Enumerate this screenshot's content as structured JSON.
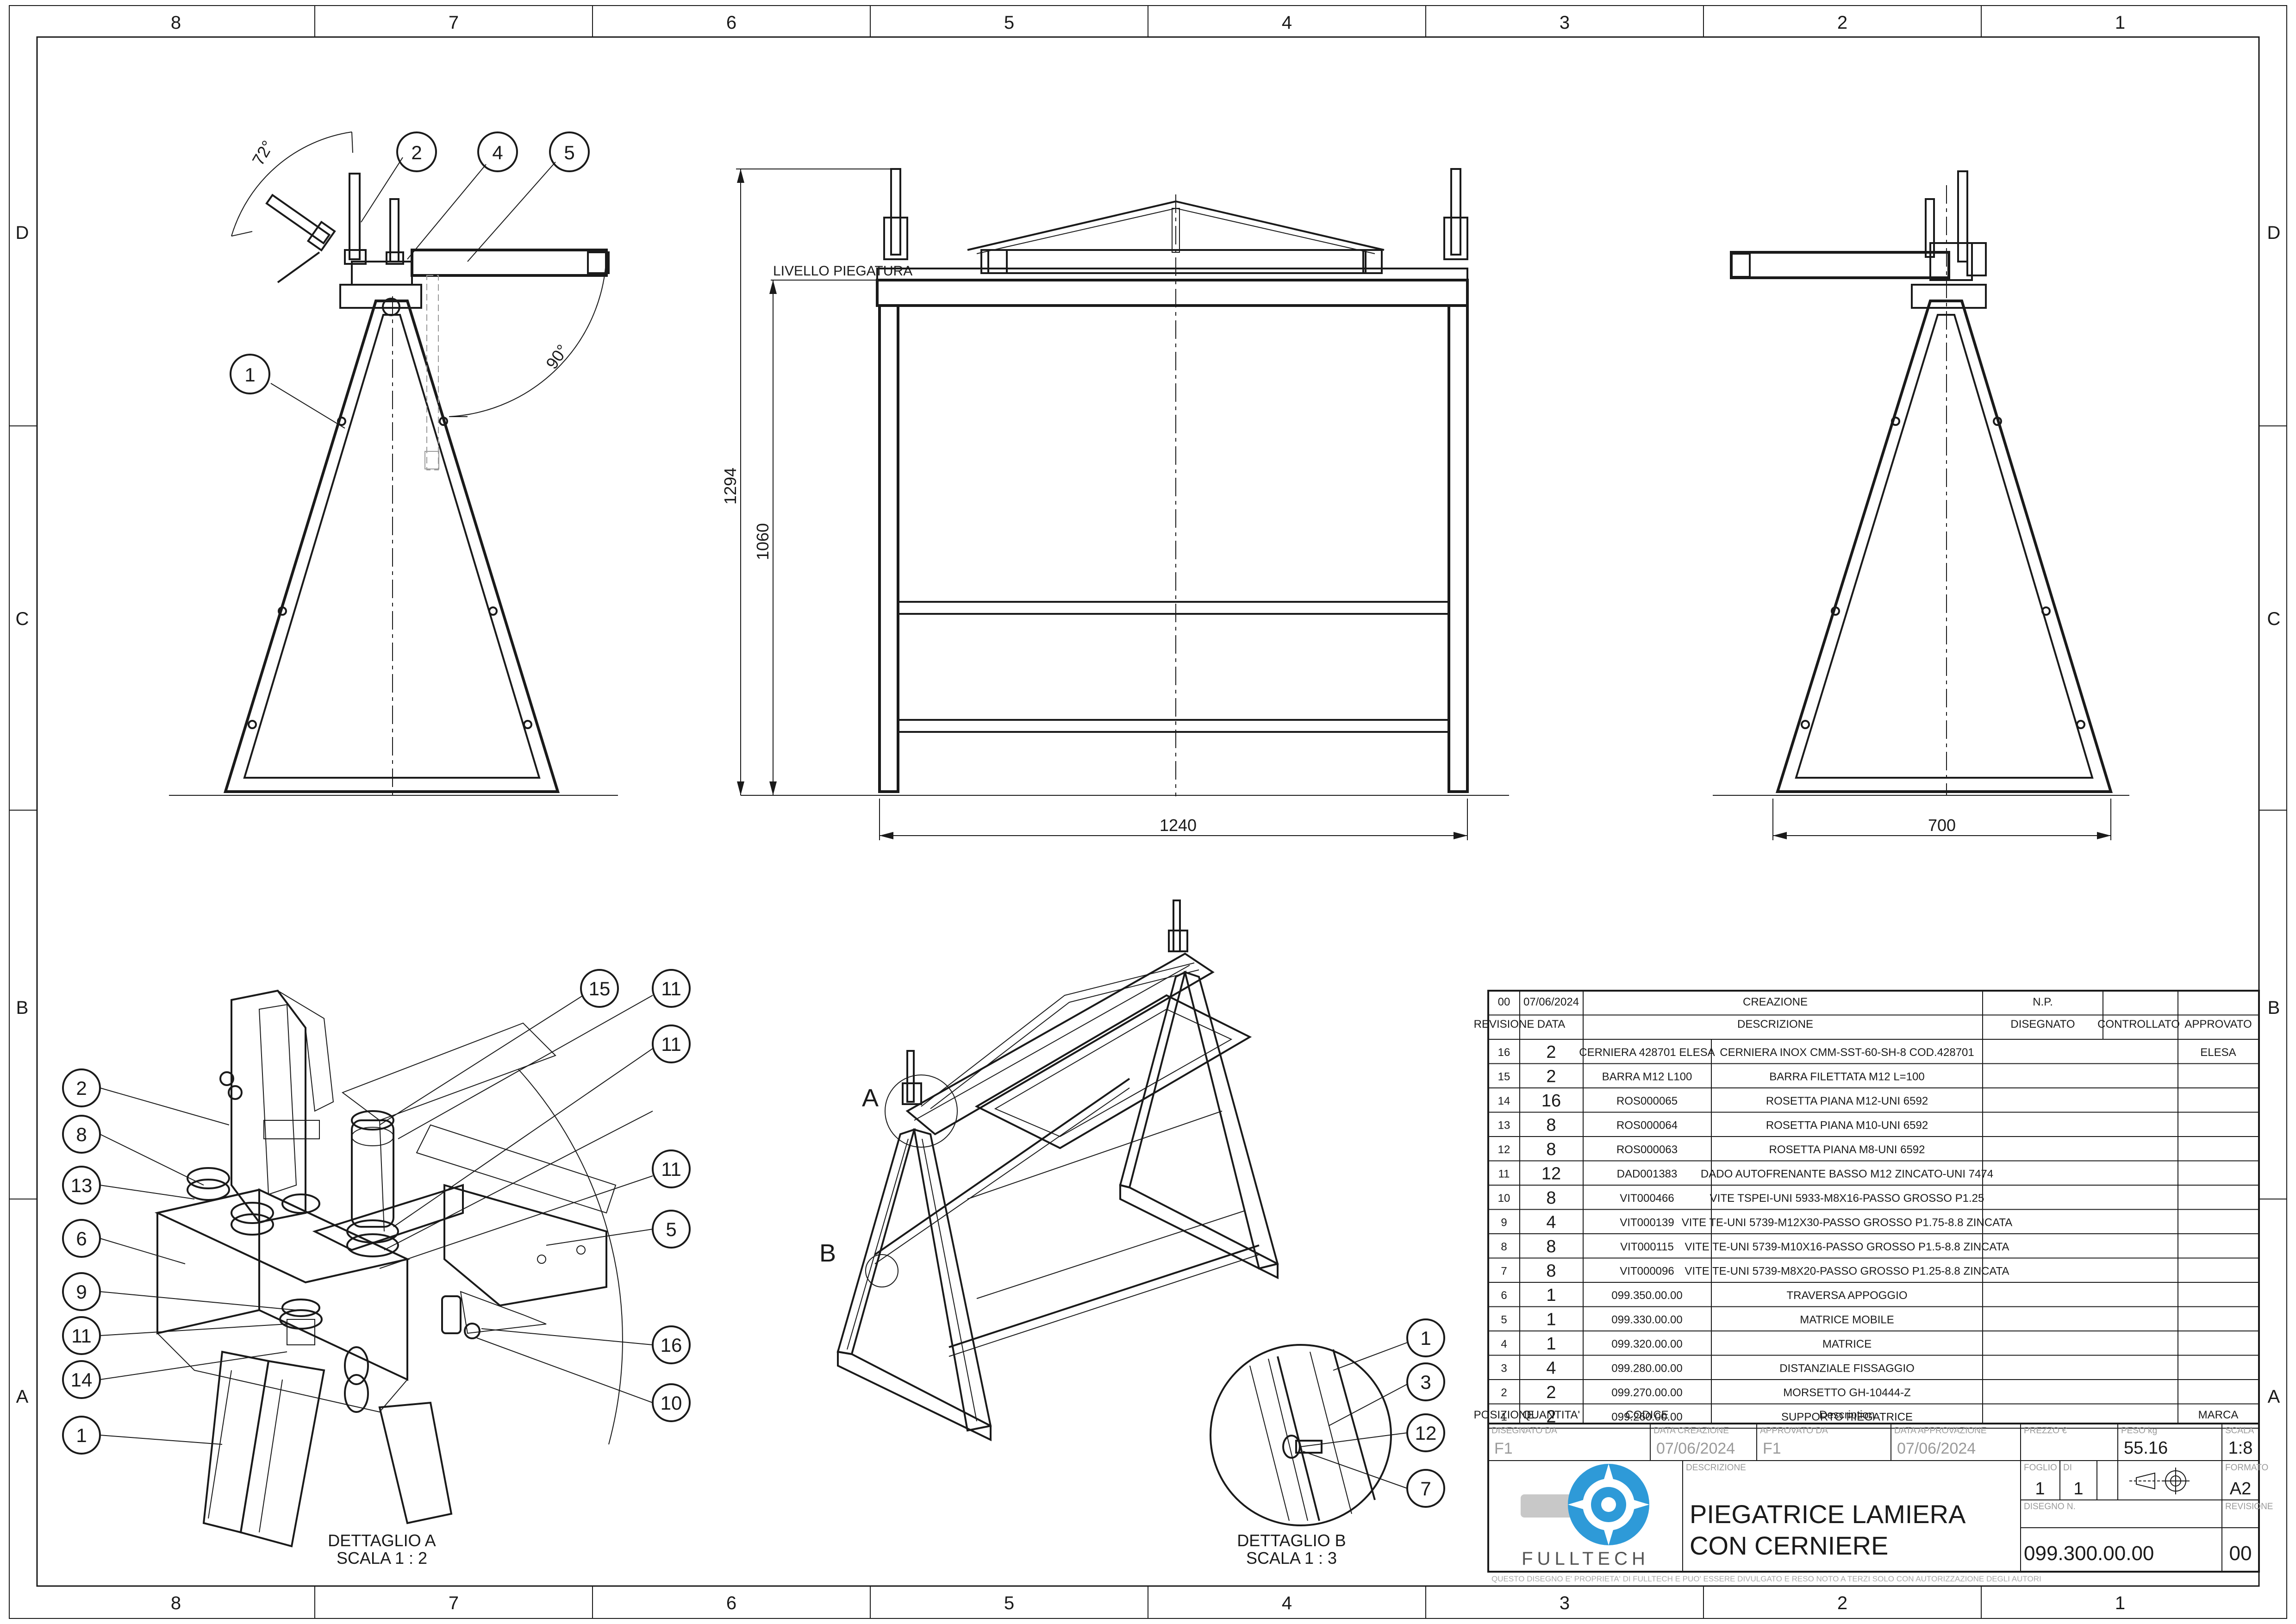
{
  "frame": {
    "columns": [
      "8",
      "7",
      "6",
      "5",
      "4",
      "3",
      "2",
      "1"
    ],
    "rows": [
      "D",
      "C",
      "B",
      "A"
    ]
  },
  "views": {
    "bending_level_label": "LIVELLO PIEGATURA",
    "angle_72": "72°",
    "angle_90": "90°",
    "dim_1294": "1294",
    "dim_1060": "1060",
    "dim_1240": "1240",
    "dim_700": "700",
    "detail_a_marker": "A",
    "detail_b_marker": "B",
    "detail_a_caption": [
      "DETTAGLIO A",
      "SCALA 1 : 2"
    ],
    "detail_b_caption": [
      "DETTAGLIO B",
      "SCALA 1 : 3"
    ],
    "balloons_side": [
      "1",
      "2",
      "4",
      "5"
    ],
    "balloons_detail_a": [
      "2",
      "8",
      "13",
      "6",
      "9",
      "11",
      "14",
      "1",
      "15",
      "11",
      "11",
      "11",
      "5",
      "16",
      "10"
    ],
    "balloons_detail_b": [
      "1",
      "3",
      "12",
      "7"
    ]
  },
  "revision": {
    "rev": "00",
    "date": "07/06/2024",
    "description": "CREAZIONE",
    "drawn": "N.P.",
    "checked": "",
    "approved": "",
    "headers": [
      "REVISIONE",
      "DATA",
      "DESCRIZIONE",
      "DISEGNATO",
      "CONTROLLATO",
      "APPROVATO"
    ]
  },
  "bom": {
    "headers": [
      "POSIZIONE",
      "QUANTITA'",
      "CODICE",
      "Description",
      "MARCA"
    ],
    "rows": [
      {
        "pos": "16",
        "qty": "2",
        "code": "CERNIERA 428701 ELESA",
        "desc": "CERNIERA INOX CMM-SST-60-SH-8 COD.428701",
        "brand": "ELESA"
      },
      {
        "pos": "15",
        "qty": "2",
        "code": "BARRA M12 L100",
        "desc": "BARRA FILETTATA M12 L=100",
        "brand": ""
      },
      {
        "pos": "14",
        "qty": "16",
        "code": "ROS000065",
        "desc": "ROSETTA PIANA M12-UNI 6592",
        "brand": ""
      },
      {
        "pos": "13",
        "qty": "8",
        "code": "ROS000064",
        "desc": "ROSETTA PIANA M10-UNI 6592",
        "brand": ""
      },
      {
        "pos": "12",
        "qty": "8",
        "code": "ROS000063",
        "desc": "ROSETTA PIANA M8-UNI 6592",
        "brand": ""
      },
      {
        "pos": "11",
        "qty": "12",
        "code": "DAD001383",
        "desc": "DADO AUTOFRENANTE BASSO M12 ZINCATO-UNI 7474",
        "brand": ""
      },
      {
        "pos": "10",
        "qty": "8",
        "code": "VIT000466",
        "desc": "VITE TSPEI-UNI 5933-M8X16-PASSO GROSSO P1.25",
        "brand": ""
      },
      {
        "pos": "9",
        "qty": "4",
        "code": "VIT000139",
        "desc": "VITE TE-UNI 5739-M12X30-PASSO GROSSO P1.75-8.8 ZINCATA",
        "brand": ""
      },
      {
        "pos": "8",
        "qty": "8",
        "code": "VIT000115",
        "desc": "VITE TE-UNI 5739-M10X16-PASSO GROSSO P1.5-8.8 ZINCATA",
        "brand": ""
      },
      {
        "pos": "7",
        "qty": "8",
        "code": "VIT000096",
        "desc": "VITE TE-UNI 5739-M8X20-PASSO GROSSO P1.25-8.8 ZINCATA",
        "brand": ""
      },
      {
        "pos": "6",
        "qty": "1",
        "code": "099.350.00.00",
        "desc": "TRAVERSA APPOGGIO",
        "brand": ""
      },
      {
        "pos": "5",
        "qty": "1",
        "code": "099.330.00.00",
        "desc": "MATRICE MOBILE",
        "brand": ""
      },
      {
        "pos": "4",
        "qty": "1",
        "code": "099.320.00.00",
        "desc": "MATRICE",
        "brand": ""
      },
      {
        "pos": "3",
        "qty": "4",
        "code": "099.280.00.00",
        "desc": "DISTANZIALE FISSAGGIO",
        "brand": ""
      },
      {
        "pos": "2",
        "qty": "2",
        "code": "099.270.00.00",
        "desc": "MORSETTO GH-10444-Z",
        "brand": ""
      },
      {
        "pos": "1",
        "qty": "2",
        "code": "099.260.00.00",
        "desc": "SUPPORTO PIEGATRICE",
        "brand": ""
      }
    ]
  },
  "title_block": {
    "labels": {
      "designed_by": "DISEGNATO DA",
      "creation_date": "DATA CREAZIONE",
      "approved_by": "APPROVATO DA",
      "approval_date": "DATA APPROVAZIONE",
      "price": "PREZZO €",
      "weight": "PESO kg",
      "scale": "SCALA",
      "description": "DESCRIZIONE",
      "sheet": "FOGLIO",
      "of": "DI",
      "format": "FORMATO",
      "drawing_no": "DISEGNO N.",
      "revision": "REVISIONE"
    },
    "designed_by": "F1",
    "creation_date": "07/06/2024",
    "approved_by": "F1",
    "approval_date": "07/06/2024",
    "price": "",
    "weight": "55.16",
    "scale": "1:8",
    "sheet": "1",
    "of": "1",
    "format": "A2",
    "title_line1": "PIEGATRICE LAMIERA",
    "title_line2": "CON CERNIERE",
    "drawing_no": "099.300.00.00",
    "revision": "00",
    "company": "FULLTECH",
    "disclaimer": "QUESTO DISEGNO E' PROPRIETA' DI FULLTECH E PUO' ESSERE DIVULGATO E RESO NOTO A TERZI SOLO CON AUTORIZZAZIONE DEGLI AUTORI"
  }
}
